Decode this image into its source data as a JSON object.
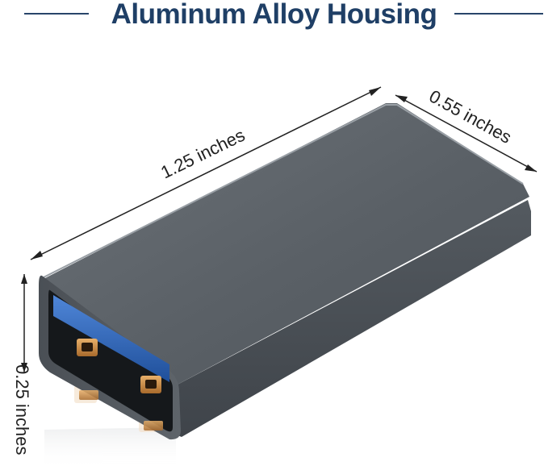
{
  "heading": {
    "title": "Aluminum Alloy Housing"
  },
  "dimensions": {
    "length": "1.25 inches",
    "width": "0.55 inches",
    "height": "0.25 inches"
  },
  "colors": {
    "title": "#1f3f66",
    "housing": "#5b6167",
    "port_insert": "#2f63b8",
    "contact": "#c98b47",
    "dimension_lines": "#222222"
  },
  "product": {
    "icon": "usb-female-adapter-icon"
  }
}
